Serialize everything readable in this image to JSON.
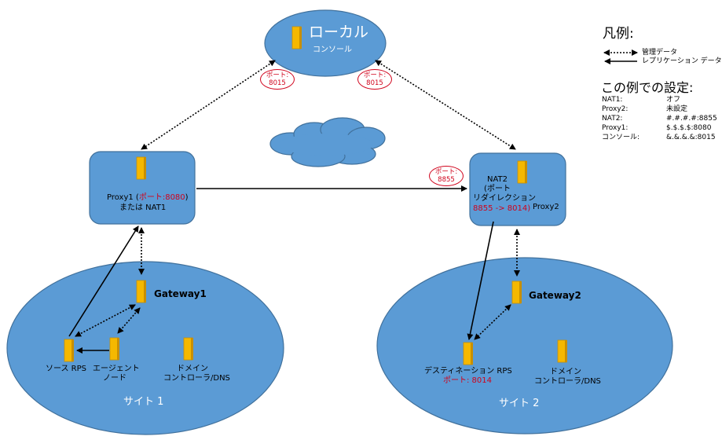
{
  "local": {
    "title": "ローカル",
    "subtitle": "コンソール"
  },
  "ports": {
    "left_top": {
      "label": "ポート:",
      "value": "8015"
    },
    "right_top": {
      "label": "ポート:",
      "value": "8015"
    },
    "nat2": {
      "label": "ポート:",
      "value": "8855"
    }
  },
  "proxy1": {
    "name": "Proxy1 (",
    "port": "ポート:8080",
    "close": ")",
    "line2": "または NAT1"
  },
  "proxy2": {
    "nat2_line1": "NAT2",
    "nat2_line2": "(ポート",
    "nat2_line3": "リダイレクション",
    "nat2_redirect": "8855 -> 8014)",
    "name": "Proxy2"
  },
  "site1": {
    "gateway": "Gateway1",
    "source_rps": "ソース RPS",
    "agent_line1": "エージェント",
    "agent_line2": "ノード",
    "dc_line1": "ドメイン",
    "dc_line2": "コントローラ/DNS",
    "label": "サイト 1"
  },
  "site2": {
    "gateway": "Gateway2",
    "dest_rps": "デスティネーション RPS",
    "dest_port": "ポート: 8014",
    "dc_line1": "ドメイン",
    "dc_line2": "コントローラ/DNS",
    "label": "サイト 2"
  },
  "legend": {
    "title": "凡例:",
    "management": "管理データ",
    "replication": "レプリケーション データ"
  },
  "settings": {
    "title": "この例での設定:",
    "rows": [
      {
        "key": "NAT1:",
        "value": "オフ"
      },
      {
        "key": "Proxy2:",
        "value": "未設定"
      },
      {
        "key": "NAT2:",
        "value": "#.#.#.#:8855"
      },
      {
        "key": "Proxy1:",
        "value": "$.$.$.$:8080"
      },
      {
        "key": "コンソール:",
        "value": "&.&.&.&:8015"
      }
    ]
  },
  "colors": {
    "shape_fill": "#5b9bd5",
    "shape_stroke": "#41719c",
    "server_fill": "#f5b800",
    "port_red": "#d0021b"
  }
}
